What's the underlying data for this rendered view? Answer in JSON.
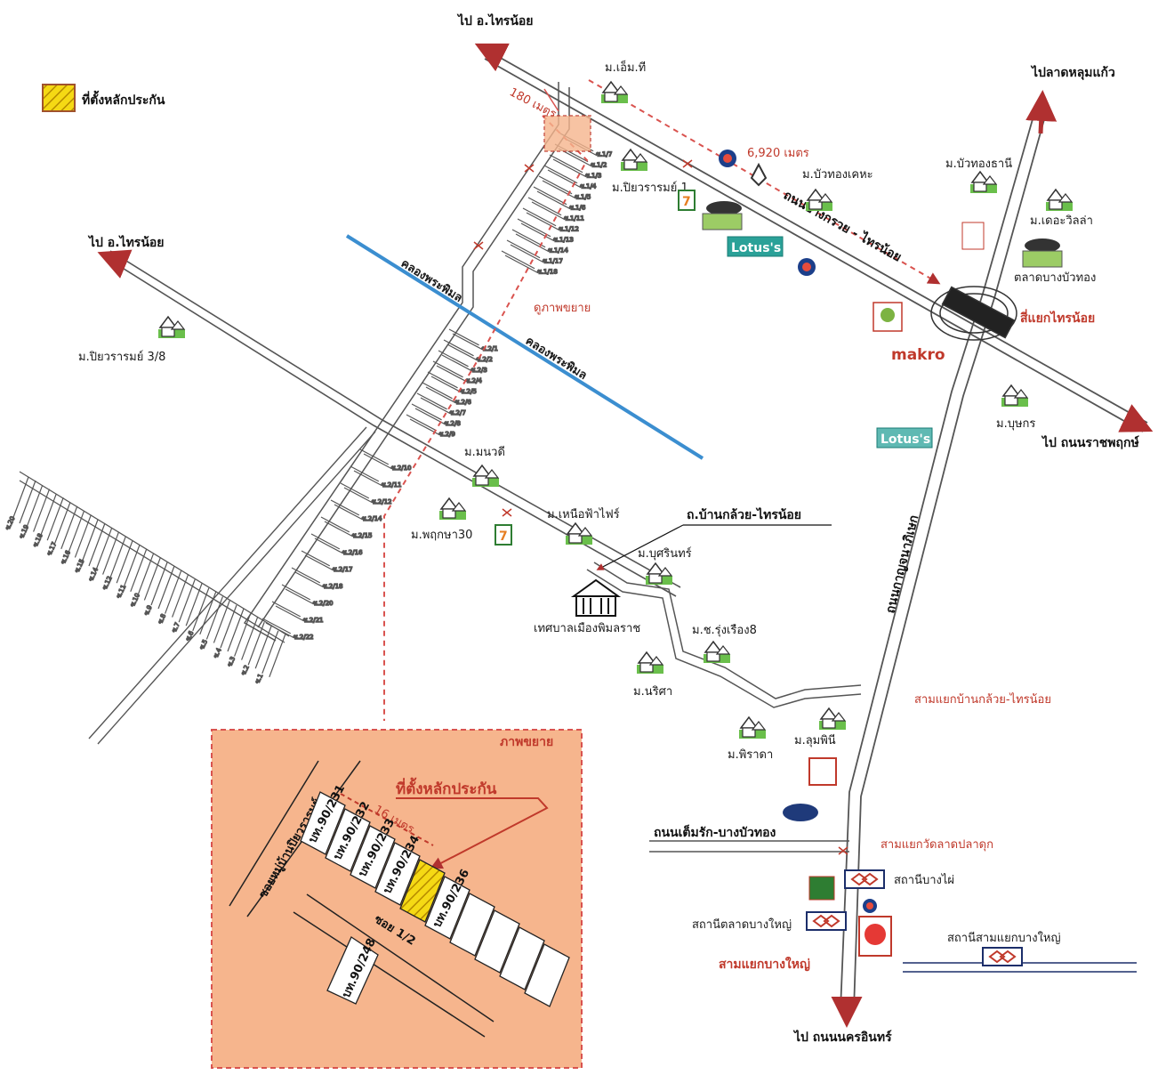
{
  "legend": {
    "label": "ที่ตั้งหลักประกัน"
  },
  "directions": {
    "top": "ไป อ.ไทรน้อย",
    "left": "ไป อ.ไทรน้อย",
    "top_right": "ไปลาดหลุมแก้ว",
    "right": "ไป ถนนราชพฤกษ์",
    "bottom": "ไป ถนนนครอินทร์"
  },
  "roads": {
    "main_diag": "ถนนบางกรวย - ไทรน้อย",
    "kanchana": "ถนนกาญจนาภิเษก",
    "ban_kluai": "ถ.บ้านกล้วย-ไทรน้อย",
    "tem_rak": "ถนนเต็มรัก-บางบัวทอง"
  },
  "canal": {
    "upper": "คลองพระพิมล",
    "lower": "คลองพระพิมล"
  },
  "distances": {
    "d180": "180 เมตร",
    "d6920": "6,920 เมตร",
    "d16": "16 เมตร"
  },
  "zoom_label": "ดูภาพขยาย",
  "villages": {
    "mt": "ม.เอ็ม.ที",
    "piyarom1": "ม.ปิยวรารมย์ 1",
    "buathong_kheha": "ม.บัวทองเคหะ",
    "buathong_thani": "ม.บัวทองธานี",
    "the_villa": "ม.เดอะวิลล่า",
    "piyarom38": "ม.ปิยวรารมย์ 3/8",
    "nawadee": "ม.มนวดี",
    "nuafah": "ม.เหนือฟ้าไฟร์",
    "phrueksa30": "ม.พฤกษา30",
    "burin": "ม.บุศรินทร์",
    "rungruang": "ม.ช.รุ่งเรือง8",
    "narisa": "ม.นริศา",
    "pirada": "ม.พิราดา",
    "lumphini": "ม.ลุมพินี",
    "butsakorn": "ม.บุษกร"
  },
  "places": {
    "market": "ตลาดบางบัวทอง",
    "junction_sainoi": "สี่แยกไทรน้อย",
    "municipality": "เทศบาลเมืองพิมลราช",
    "junction_bk": "สามแยกบ้านกล้วย-ไทรน้อย",
    "junction_pladuk": "สามแยกวัดลาดปลาดุก",
    "stn_bangphai": "สถานีบางไผ่",
    "stn_latbangyai": "สถานีตลาดบางใหญ่",
    "stn_samyaek": "สถานีสามแยกบางใหญ่",
    "junction_bangyai": "สามแยกบางใหญ่"
  },
  "brands": {
    "lotus1": "Lotus's",
    "lotus2": "Lotus's",
    "makro": "makro",
    "seven": "7"
  },
  "lanes_top": [
    "ซ.1/7",
    "ซ.1/2",
    "ซ.1/3",
    "ซ.1/4",
    "ซ.1/5",
    "ซ.1/6",
    "ซ.1/11",
    "ซ.1/12",
    "ซ.1/13",
    "ซ.1/14",
    "ซ.1/17",
    "ซ.1/18"
  ],
  "lanes_mid": [
    "ซ.2/1",
    "ซ.2/2",
    "ซ.2/3",
    "ซ.2/4",
    "ซ.2/5",
    "ซ.2/6",
    "ซ.2/7",
    "ซ.2/8",
    "ซ.2/9"
  ],
  "lanes_low": [
    "ซ.2/10",
    "ซ.2/11",
    "ซ.2/12",
    "ซ.2/14",
    "ซ.2/15",
    "ซ.2/16",
    "ซ.2/17",
    "ซ.2/18",
    "ซ.2/20",
    "ซ.2/21",
    "ซ.2/22"
  ],
  "lanes_far": [
    "ซ.20",
    "ซ.19",
    "ซ.18",
    "ซ.17",
    "ซ.16",
    "ซ.15",
    "ซ.14",
    "ซ.12",
    "ซ.11",
    "ซ.10",
    "ซ.9",
    "ซ.8",
    "ซ.7",
    "ซ.6",
    "ซ.5",
    "ซ.4",
    "ซ.3",
    "ซ.2",
    "ซ.1"
  ],
  "inset": {
    "title": "ภาพขยาย",
    "pointer": "ที่ตั้งหลักประกัน",
    "soi_village": "ซอยหมู่บ้านปิยวรารมย์",
    "soi_12": "ซอย 1/2",
    "distance": "16 เมตร",
    "plots": [
      "บท.90/231",
      "บท.90/232",
      "บท.90/233",
      "บท.90/234",
      "บท.90/236"
    ],
    "plot_bottom": "บท.90/248"
  },
  "colors": {
    "arrow": "#b03030",
    "dash": "#d9534f",
    "canal": "#3b8ed0",
    "inset_bg": "#f6b58d",
    "hatch": "#f5d914",
    "road": "#555555"
  }
}
